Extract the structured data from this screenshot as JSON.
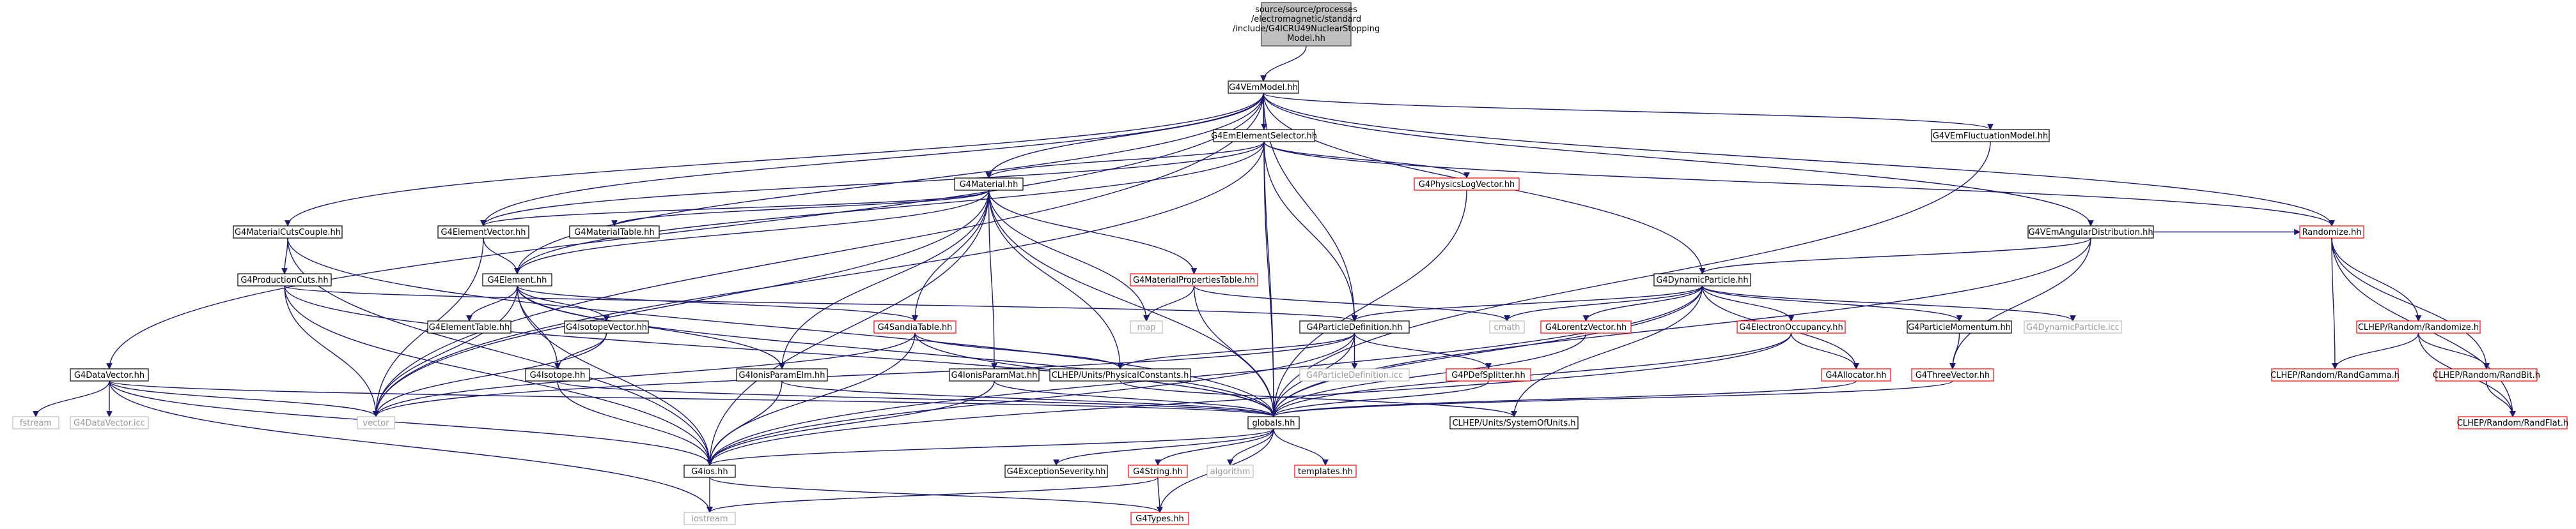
{
  "colors": {
    "edge": "#191970",
    "root_fill": "#bfbfbf",
    "root_border": "#404040",
    "node_border": "#000000",
    "red_border": "#ff0000",
    "external_border": "#bfbfbf",
    "external_text": "#9a9a9a"
  },
  "graph": {
    "nodes": [
      {
        "id": "root",
        "label": "source/source/processes/electromagnetic/standard/include/G4ICRU49NuclearStopping Model.hh",
        "lines": [
          "source/source/processes",
          "/electromagnetic/standard",
          "/include/G4ICRU49NuclearStopping",
          "Model.hh"
        ],
        "kind": "root"
      },
      {
        "id": "vemmodel",
        "label": "G4VEmModel.hh",
        "kind": "normal"
      },
      {
        "id": "elemselector",
        "label": "G4EmElementSelector.hh",
        "kind": "normal"
      },
      {
        "id": "vemfluct",
        "label": "G4VEmFluctuationModel.hh",
        "kind": "normal"
      },
      {
        "id": "material",
        "label": "G4Material.hh",
        "kind": "normal"
      },
      {
        "id": "physlogvec",
        "label": "G4PhysicsLogVector.hh",
        "kind": "red"
      },
      {
        "id": "matcuts",
        "label": "G4MaterialCutsCouple.hh",
        "kind": "normal"
      },
      {
        "id": "elemvector",
        "label": "G4ElementVector.hh",
        "kind": "normal"
      },
      {
        "id": "mattable",
        "label": "G4MaterialTable.hh",
        "kind": "normal"
      },
      {
        "id": "vemangular",
        "label": "G4VEmAngularDistribution.hh",
        "kind": "normal"
      },
      {
        "id": "matprops",
        "label": "G4MaterialPropertiesTable.hh",
        "kind": "red"
      },
      {
        "id": "dynpart",
        "label": "G4DynamicParticle.hh",
        "kind": "normal"
      },
      {
        "id": "randomize",
        "label": "Randomize.hh",
        "kind": "red"
      },
      {
        "id": "prodcuts",
        "label": "G4ProductionCuts.hh",
        "kind": "normal"
      },
      {
        "id": "element",
        "label": "G4Element.hh",
        "kind": "normal"
      },
      {
        "id": "map",
        "label": "map",
        "kind": "external"
      },
      {
        "id": "cmath",
        "label": "cmath",
        "kind": "external"
      },
      {
        "id": "lorentz",
        "label": "G4LorentzVector.hh",
        "kind": "red"
      },
      {
        "id": "elecocc",
        "label": "G4ElectronOccupancy.hh",
        "kind": "red"
      },
      {
        "id": "partmom",
        "label": "G4ParticleMomentum.hh",
        "kind": "normal"
      },
      {
        "id": "dynicc",
        "label": "G4DynamicParticle.icc",
        "kind": "external"
      },
      {
        "id": "clhepRandomize",
        "label": "CLHEP/Random/Randomize.h",
        "kind": "red"
      },
      {
        "id": "elemtable",
        "label": "G4ElementTable.hh",
        "kind": "normal"
      },
      {
        "id": "isovector",
        "label": "G4IsotopeVector.hh",
        "kind": "normal"
      },
      {
        "id": "sandia",
        "label": "G4SandiaTable.hh",
        "kind": "red"
      },
      {
        "id": "partdef",
        "label": "G4ParticleDefinition.hh",
        "kind": "normal"
      },
      {
        "id": "datavector",
        "label": "G4DataVector.hh",
        "kind": "normal"
      },
      {
        "id": "isotope",
        "label": "G4Isotope.hh",
        "kind": "normal"
      },
      {
        "id": "ioniselm",
        "label": "G4IonisParamElm.hh",
        "kind": "normal"
      },
      {
        "id": "ionismat",
        "label": "G4IonisParamMat.hh",
        "kind": "normal"
      },
      {
        "id": "physconst",
        "label": "CLHEP/Units/PhysicalConstants.h",
        "kind": "normal"
      },
      {
        "id": "partdeficc",
        "label": "G4ParticleDefinition.icc",
        "kind": "external"
      },
      {
        "id": "pdefsplit",
        "label": "G4PDefSplitter.hh",
        "kind": "red"
      },
      {
        "id": "allocator",
        "label": "G4Allocator.hh",
        "kind": "red"
      },
      {
        "id": "threevec",
        "label": "G4ThreeVector.hh",
        "kind": "red"
      },
      {
        "id": "randgamma",
        "label": "CLHEP/Random/RandGamma.h",
        "kind": "red"
      },
      {
        "id": "randbit",
        "label": "CLHEP/Random/RandBit.h",
        "kind": "red"
      },
      {
        "id": "randflat",
        "label": "CLHEP/Random/RandFlat.h",
        "kind": "red"
      },
      {
        "id": "fstream",
        "label": "fstream",
        "kind": "external"
      },
      {
        "id": "datavecicc",
        "label": "G4DataVector.icc",
        "kind": "external"
      },
      {
        "id": "vector",
        "label": "vector",
        "kind": "external"
      },
      {
        "id": "sysunits",
        "label": "CLHEP/Units/SystemOfUnits.h",
        "kind": "normal"
      },
      {
        "id": "globals",
        "label": "globals.hh",
        "kind": "normal"
      },
      {
        "id": "g4ios",
        "label": "G4ios.hh",
        "kind": "normal"
      },
      {
        "id": "excsev",
        "label": "G4ExceptionSeverity.hh",
        "kind": "normal"
      },
      {
        "id": "g4string",
        "label": "G4String.hh",
        "kind": "red"
      },
      {
        "id": "algorithm",
        "label": "algorithm",
        "kind": "external"
      },
      {
        "id": "templates",
        "label": "templates.hh",
        "kind": "red"
      },
      {
        "id": "iostream",
        "label": "iostream",
        "kind": "external"
      },
      {
        "id": "types",
        "label": "G4Types.hh",
        "kind": "red"
      }
    ],
    "edges": [
      [
        "root",
        "vemmodel"
      ],
      [
        "vemmodel",
        "elemselector"
      ],
      [
        "vemmodel",
        "vemfluct"
      ],
      [
        "vemmodel",
        "material"
      ],
      [
        "vemmodel",
        "matcuts"
      ],
      [
        "vemmodel",
        "elemvector"
      ],
      [
        "vemmodel",
        "vemangular"
      ],
      [
        "vemmodel",
        "dynpart"
      ],
      [
        "vemmodel",
        "randomize"
      ],
      [
        "vemmodel",
        "datavector"
      ],
      [
        "vemmodel",
        "element"
      ],
      [
        "vemmodel",
        "partdef"
      ],
      [
        "vemmodel",
        "vector"
      ],
      [
        "vemmodel",
        "globals"
      ],
      [
        "elemselector",
        "material"
      ],
      [
        "elemselector",
        "physlogvec"
      ],
      [
        "elemselector",
        "elemvector"
      ],
      [
        "elemselector",
        "element"
      ],
      [
        "elemselector",
        "partdef"
      ],
      [
        "elemselector",
        "randomize"
      ],
      [
        "elemselector",
        "globals"
      ],
      [
        "elemselector",
        "vector"
      ],
      [
        "vemfluct",
        "globals"
      ],
      [
        "material",
        "elemvector"
      ],
      [
        "material",
        "mattable"
      ],
      [
        "material",
        "element"
      ],
      [
        "material",
        "matprops"
      ],
      [
        "material",
        "map"
      ],
      [
        "material",
        "sandia"
      ],
      [
        "material",
        "ionismat"
      ],
      [
        "material",
        "ioniselm"
      ],
      [
        "material",
        "physconst"
      ],
      [
        "material",
        "globals"
      ],
      [
        "material",
        "g4ios"
      ],
      [
        "material",
        "vector"
      ],
      [
        "physlogvec",
        "globals"
      ],
      [
        "matcuts",
        "prodcuts"
      ],
      [
        "matcuts",
        "globals"
      ],
      [
        "matcuts",
        "g4ios"
      ],
      [
        "elemvector",
        "element"
      ],
      [
        "elemvector",
        "vector"
      ],
      [
        "vemangular",
        "dynpart"
      ],
      [
        "vemangular",
        "randomize"
      ],
      [
        "vemangular",
        "threevec"
      ],
      [
        "vemangular",
        "globals"
      ],
      [
        "matprops",
        "map"
      ],
      [
        "matprops",
        "globals"
      ],
      [
        "matprops",
        "cmath"
      ],
      [
        "dynpart",
        "partdef"
      ],
      [
        "dynpart",
        "lorentz"
      ],
      [
        "dynpart",
        "elecocc"
      ],
      [
        "dynpart",
        "partmom"
      ],
      [
        "dynpart",
        "dynicc"
      ],
      [
        "dynpart",
        "cmath"
      ],
      [
        "dynpart",
        "allocator"
      ],
      [
        "dynpart",
        "globals"
      ],
      [
        "dynpart",
        "g4ios"
      ],
      [
        "dynpart",
        "sysunits"
      ],
      [
        "randomize",
        "clhepRandomize"
      ],
      [
        "randomize",
        "randgamma"
      ],
      [
        "randomize",
        "randbit"
      ],
      [
        "randomize",
        "randflat"
      ],
      [
        "prodcuts",
        "g4ios"
      ],
      [
        "prodcuts",
        "globals"
      ],
      [
        "prodcuts",
        "vector"
      ],
      [
        "prodcuts",
        "partdef"
      ],
      [
        "element",
        "elemtable"
      ],
      [
        "element",
        "isovector"
      ],
      [
        "element",
        "ioniselm"
      ],
      [
        "element",
        "sandia"
      ],
      [
        "element",
        "isotope"
      ],
      [
        "element",
        "globals"
      ],
      [
        "element",
        "g4ios"
      ],
      [
        "element",
        "vector"
      ],
      [
        "lorentz",
        "globals"
      ],
      [
        "elecocc",
        "allocator"
      ],
      [
        "elecocc",
        "globals"
      ],
      [
        "elecocc",
        "g4ios"
      ],
      [
        "partmom",
        "threevec"
      ],
      [
        "clhepRandomize",
        "randgamma"
      ],
      [
        "clhepRandomize",
        "randbit"
      ],
      [
        "clhepRandomize",
        "randflat"
      ],
      [
        "isovector",
        "isotope"
      ],
      [
        "isovector",
        "vector"
      ],
      [
        "sandia",
        "physconst"
      ],
      [
        "sandia",
        "globals"
      ],
      [
        "sandia",
        "g4ios"
      ],
      [
        "sandia",
        "vector"
      ],
      [
        "partdef",
        "partdeficc"
      ],
      [
        "partdef",
        "pdefsplit"
      ],
      [
        "partdef",
        "physconst"
      ],
      [
        "partdef",
        "globals"
      ],
      [
        "partdef",
        "g4ios"
      ],
      [
        "partdef",
        "vector"
      ],
      [
        "datavector",
        "fstream"
      ],
      [
        "datavector",
        "datavecicc"
      ],
      [
        "datavector",
        "vector"
      ],
      [
        "datavector",
        "globals"
      ],
      [
        "datavector",
        "g4ios"
      ],
      [
        "datavector",
        "iostream"
      ],
      [
        "isotope",
        "globals"
      ],
      [
        "isotope",
        "g4ios"
      ],
      [
        "ioniselm",
        "globals"
      ],
      [
        "ioniselm",
        "g4ios"
      ],
      [
        "ionismat",
        "globals"
      ],
      [
        "ionismat",
        "g4ios"
      ],
      [
        "physconst",
        "sysunits"
      ],
      [
        "pdefsplit",
        "globals"
      ],
      [
        "allocator",
        "globals"
      ],
      [
        "threevec",
        "globals"
      ],
      [
        "randbit",
        "randflat"
      ],
      [
        "globals",
        "g4ios"
      ],
      [
        "globals",
        "excsev"
      ],
      [
        "globals",
        "g4string"
      ],
      [
        "globals",
        "algorithm"
      ],
      [
        "globals",
        "templates"
      ],
      [
        "globals",
        "types"
      ],
      [
        "g4ios",
        "iostream"
      ],
      [
        "g4ios",
        "types"
      ],
      [
        "g4string",
        "iostream"
      ],
      [
        "g4string",
        "types"
      ]
    ]
  }
}
